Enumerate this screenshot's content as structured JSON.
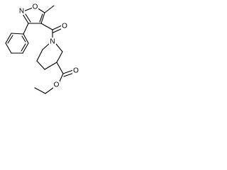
{
  "structure": {
    "atoms": {
      "N_isoxazole": "N",
      "O_isoxazole": "O",
      "O_carbonyl": "O",
      "N_piperidine": "N",
      "O_ester_carbonyl": "O",
      "O_ester": "O"
    }
  },
  "colors": {
    "bond": "#000000",
    "label": "#000000",
    "background": "#ffffff"
  }
}
